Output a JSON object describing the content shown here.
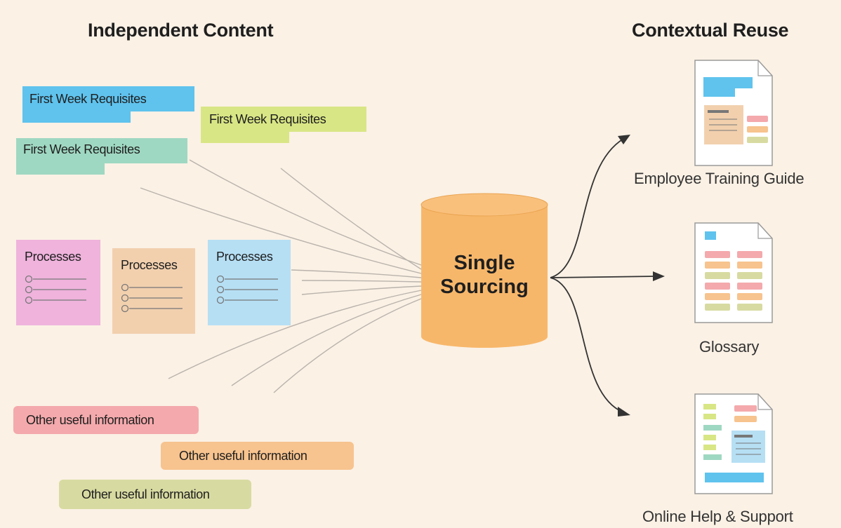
{
  "headings": {
    "left": "Independent Content",
    "right": "Contextual Reuse"
  },
  "requisites": [
    {
      "label": "First Week Requisites",
      "color": "#5fc3ee"
    },
    {
      "label": "First Week Requisites",
      "color": "#d9e685"
    },
    {
      "label": "First Week Requisites",
      "color": "#9fd8c2"
    }
  ],
  "processes": [
    {
      "title": "Processes",
      "color": "#efb3dc"
    },
    {
      "title": "Processes",
      "color": "#f2d0ae"
    },
    {
      "title": "Processes",
      "color": "#b6dff4"
    }
  ],
  "other_info": [
    {
      "label": "Other useful information",
      "color": "#f4a9ac"
    },
    {
      "label": "Other useful information",
      "color": "#f7c38e"
    },
    {
      "label": "Other useful information",
      "color": "#d8dba1"
    }
  ],
  "center": {
    "line1": "Single",
    "line2": "Sourcing",
    "color": "#f7b76a"
  },
  "outputs": [
    {
      "caption": "Employee Training Guide",
      "icon": "training-guide-document-icon"
    },
    {
      "caption": "Glossary",
      "icon": "glossary-document-icon"
    },
    {
      "caption": "Online Help & Support",
      "icon": "help-support-document-icon"
    }
  ]
}
